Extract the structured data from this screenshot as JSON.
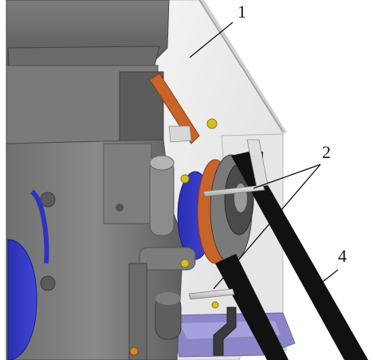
{
  "figure": {
    "callouts": [
      {
        "id": "1",
        "text": "1"
      },
      {
        "id": "2",
        "text": "2"
      },
      {
        "id": "4",
        "text": "4"
      }
    ]
  }
}
